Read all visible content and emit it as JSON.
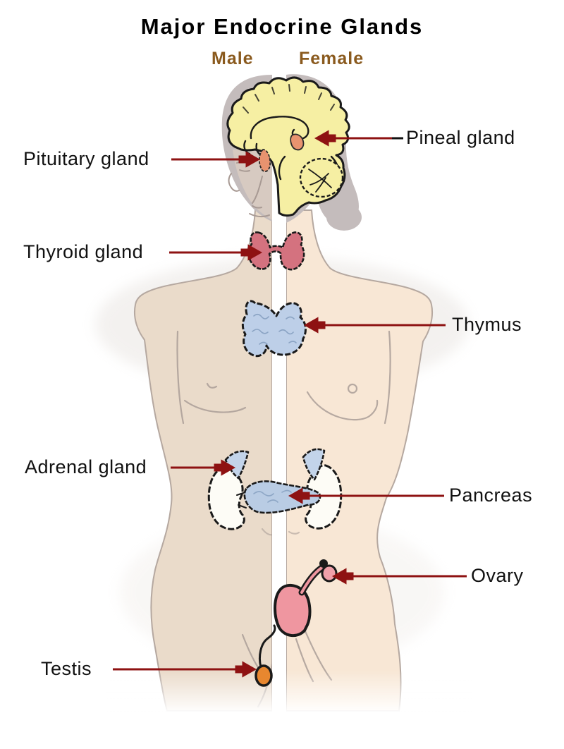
{
  "title": "Major Endocrine Glands",
  "column_headers": {
    "male": "Male",
    "female": "Female"
  },
  "labels": {
    "pituitary": "Pituitary gland",
    "pineal": "Pineal gland",
    "thyroid": "Thyroid gland",
    "thymus": "Thymus",
    "adrenal": "Adrenal gland",
    "pancreas": "Pancreas",
    "ovary": "Ovary",
    "testis": "Testis"
  },
  "colors": {
    "title_text": "#000000",
    "sex_header_text": "#8a5a1e",
    "label_text": "#111111",
    "leader_line_red": "#8e1212",
    "leader_line_black": "#111111",
    "brain": "#f6efa3",
    "pituitary_pineal": "#e8936f",
    "thyroid": "#d4727f",
    "thymus": "#bdcfe8",
    "adrenal": "#c3d4ea",
    "pancreas": "#b9cce4",
    "kidney": "#fdfcf6",
    "uterus_ovary": "#ef96a0",
    "testis": "#e8872f",
    "skin_male": "#eadbca",
    "skin_female": "#f8e7d5",
    "head_hair_grey": "#c4bcbc"
  }
}
